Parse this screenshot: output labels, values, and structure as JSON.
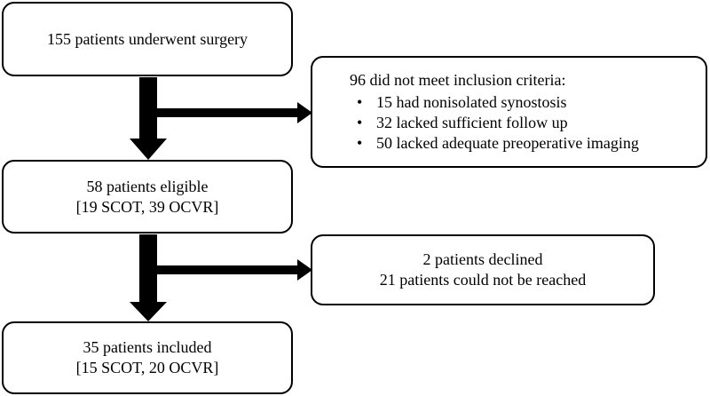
{
  "boxes": {
    "surgery": {
      "text": "155 patients underwent surgery"
    },
    "exclusion": {
      "title": "96 did not meet inclusion criteria:",
      "bullet": "•",
      "items": [
        "15 had nonisolated synostosis",
        "32 lacked sufficient follow up",
        "50 lacked adequate preoperative imaging"
      ]
    },
    "eligible": {
      "line1": "58 patients eligible",
      "line2": "[19 SCOT, 39 OCVR]"
    },
    "declined": {
      "line1": "2 patients declined",
      "line2": "21 patients could not be reached"
    },
    "included": {
      "line1": "35 patients included",
      "line2": "[15 SCOT, 20 OCVR]"
    }
  }
}
